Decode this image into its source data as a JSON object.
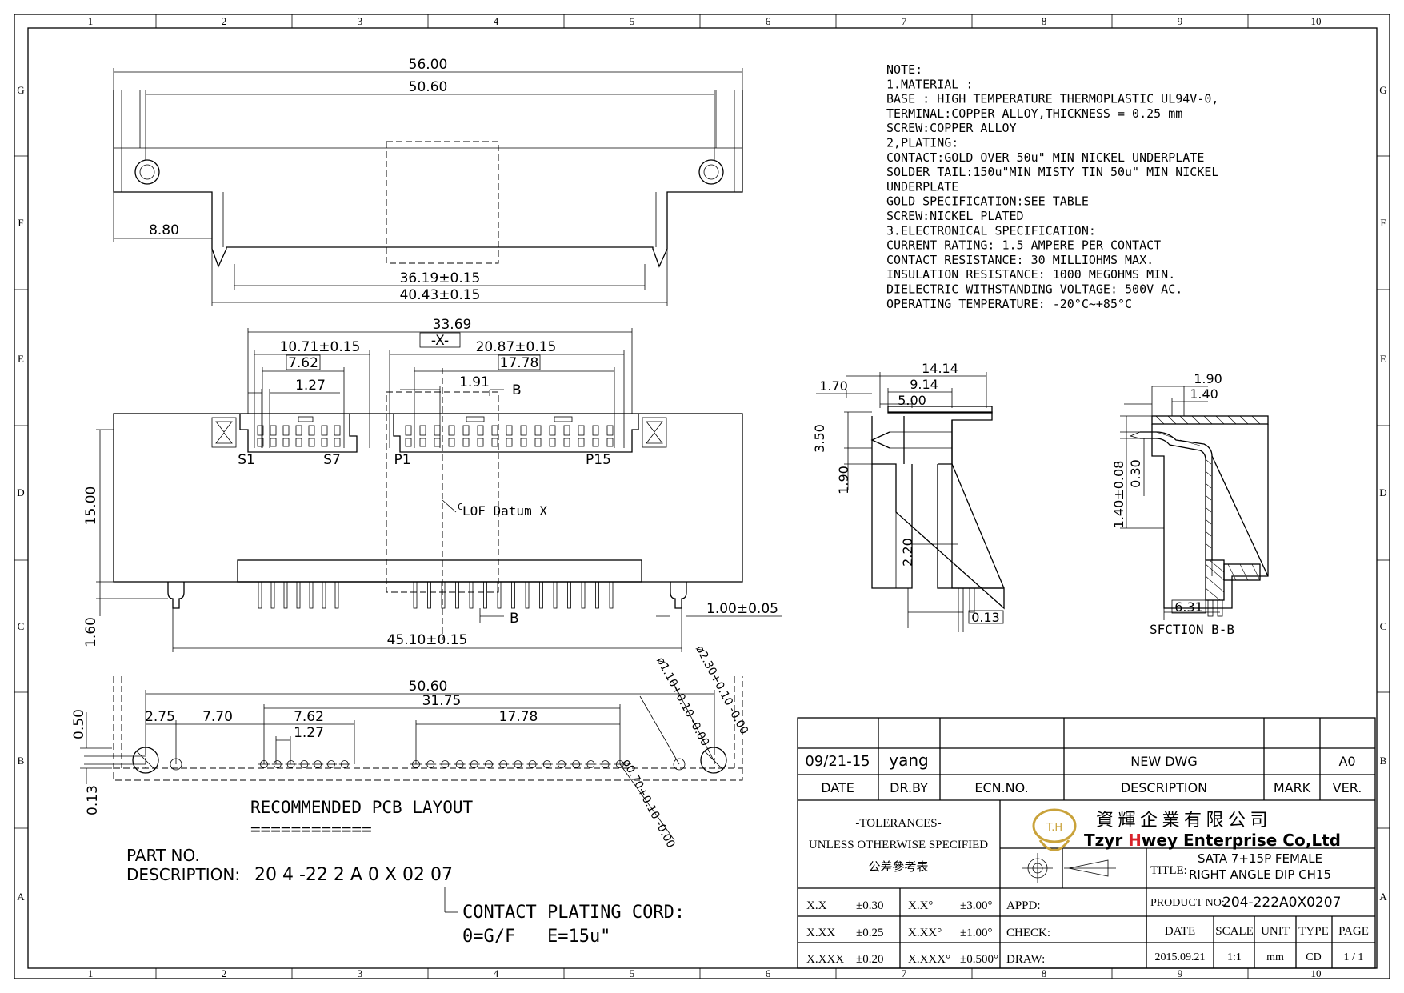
{
  "zones": {
    "columns": [
      "1",
      "2",
      "3",
      "4",
      "5",
      "6",
      "7",
      "8",
      "9",
      "10"
    ],
    "rows": [
      "G",
      "F",
      "E",
      "D",
      "C",
      "B",
      "A"
    ]
  },
  "top_view": {
    "dims": [
      "56.00",
      "50.60",
      "8.80",
      "36.19±0.15",
      "40.43±0.15"
    ]
  },
  "front_view": {
    "dims": [
      "33.69",
      "-X-",
      "10.71±0.15",
      "7.62",
      "1.27",
      "20.87±0.15",
      "17.78",
      "1.91",
      "15.00",
      "1.60",
      "1.00±0.05",
      "45.10±0.15"
    ],
    "labels": [
      "S1",
      "S7",
      "P1",
      "P15",
      "B",
      "B",
      "LOF Datum X"
    ],
    "cl_symbol": "C"
  },
  "pcb_layout": {
    "dims": [
      "50.60",
      "31.75",
      "2.75",
      "7.70",
      "7.62",
      "1.27",
      "17.78",
      "0.50",
      "0.13"
    ],
    "hole_dims": [
      "ø2.30+0.10 -0.00",
      "ø1.10+0.10 -0.00",
      "ø0.70+0.10 -0.00"
    ],
    "title": "RECOMMENDED PCB LAYOUT",
    "underline": "============"
  },
  "side_view": {
    "dims": [
      "14.14",
      "9.14",
      "5.00",
      "1.70",
      "3.50",
      "1.90",
      "2.20",
      "0.13"
    ]
  },
  "section_view": {
    "dims": [
      "1.90",
      "1.40",
      "0.30",
      "1.40±0.08",
      "6.31"
    ],
    "label": "SFCTION B-B"
  },
  "notes": [
    "NOTE:",
    "1.MATERIAL  :",
    "   BASE : HIGH TEMPERATURE THERMOPLASTIC UL94V-0,",
    "   TERMINAL:COPPER ALLOY,THICKNESS = 0.25 mm",
    "   SCREW:COPPER ALLOY",
    "2,PLATING:",
    "   CONTACT:GOLD OVER 50u\" MIN NICKEL UNDERPLATE",
    "   SOLDER TAIL:150u\"MIN MISTY TIN 50u\" MIN NICKEL",
    "   UNDERPLATE",
    "   GOLD SPECIFICATION:SEE TABLE",
    "   SCREW:NICKEL PLATED",
    "3.ELECTRONICAL SPECIFICATION:",
    "   CURRENT RATING: 1.5 AMPERE PER CONTACT",
    "   CONTACT RESISTANCE: 30 MILLIOHMS MAX.",
    "   INSULATION RESISTANCE: 1000 MEGOHMS MIN.",
    "   DIELECTRIC WITHSTANDING VOLTAGE: 500V AC.",
    "   OPERATING TEMPERATURE: -20°C~+85°C"
  ],
  "part_no": {
    "label1": "PART NO.",
    "label2": "DESCRIPTION:",
    "code": "20 4 -22 2 A 0 X 02 07",
    "cord1": "CONTACT PLATING CORD:",
    "cord2": "0=G/F   E=15u\""
  },
  "title_block": {
    "rev_date": "09/21-15",
    "rev_drby": "yang",
    "rev_desc": "NEW DWG",
    "rev_ver": "A0",
    "h_date": "DATE",
    "h_drby": "DR.BY",
    "h_ecn": "ECN.NO.",
    "h_desc": "DESCRIPTION",
    "h_mark": "MARK",
    "h_ver": "VER.",
    "tol1": "-TOLERANCES-",
    "tol2": "UNLESS OTHERWISE SPECIFIED",
    "tol3": "公差參考表",
    "company_cn": "資 輝 企 業 有 限 公 司",
    "company_en_pre": "Tzyr ",
    "company_en_h": "H",
    "company_en_post": "wey Enterprise Co,Ltd",
    "logo": "T.H",
    "title_label": "TITLE:",
    "title1": "SATA 7+15P FEMALE",
    "title2": "RIGHT ANGLE DIP CH15",
    "tol_rows": [
      [
        "X.X",
        "±0.30",
        "X.X°",
        "±3.00°",
        "APPD:"
      ],
      [
        "X.XX",
        "±0.25",
        "X.XX°",
        "±1.00°",
        "CHECK:"
      ],
      [
        "X.XXX",
        "±0.20",
        "X.XXX°",
        "±0.500°",
        "DRAW:"
      ]
    ],
    "product_label": "PRODUCT NO:",
    "product_no": "204-222A0X0207",
    "h2_date": "DATE",
    "h2_scale": "SCALE",
    "h2_unit": "UNIT",
    "h2_type": "TYPE",
    "h2_page": "PAGE",
    "v_date": "2015.09.21",
    "v_scale": "1:1",
    "v_unit": "mm",
    "v_type": "CD",
    "v_page": "1 / 1"
  }
}
